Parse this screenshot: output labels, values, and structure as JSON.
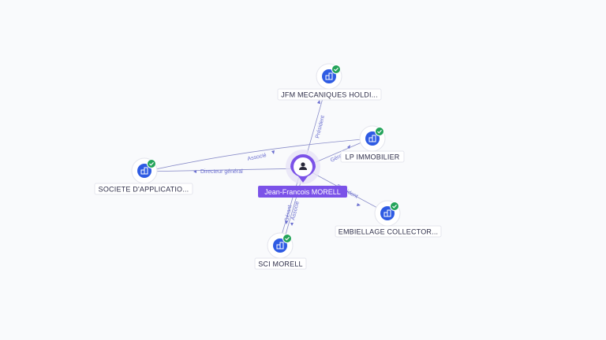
{
  "colors": {
    "edge": "#8a8dc9",
    "edge_label": "#6b6fd0",
    "company_icon_bg": "#2e5be3",
    "verified_badge": "#23a35a",
    "person_accent": "#7b52e8",
    "label_text": "#2f2f4a"
  },
  "icons": {
    "company": "building-icon",
    "verified": "check-badge-icon",
    "person": "user-icon"
  },
  "person": {
    "name": "Jean-Francois MORELL"
  },
  "companies": [
    {
      "id": "jfm",
      "name": "JFM MECANIQUES HOLDI..."
    },
    {
      "id": "lpi",
      "name": "LP IMMOBILIER"
    },
    {
      "id": "soc",
      "name": "SOCIETE D'APPLICATIO..."
    },
    {
      "id": "emb",
      "name": "EMBIELLAGE COLLECTOR..."
    },
    {
      "id": "sci",
      "name": "SCI MORELL"
    }
  ],
  "relations": [
    {
      "id": "r1",
      "label": "Président"
    },
    {
      "id": "r2",
      "label": "Gérant"
    },
    {
      "id": "r3",
      "label": "Associé"
    },
    {
      "id": "r4",
      "label": "Directeur général"
    },
    {
      "id": "r5",
      "label": "Président"
    },
    {
      "id": "r6",
      "label": "Gérant"
    },
    {
      "id": "r7",
      "label": "Associé"
    }
  ]
}
